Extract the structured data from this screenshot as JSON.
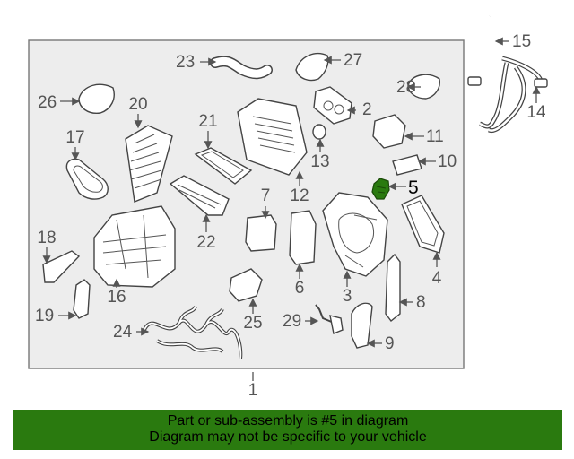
{
  "callouts": {
    "c1": "1",
    "c2": "2",
    "c3": "3",
    "c4": "4",
    "c5": "5",
    "c6": "6",
    "c7": "7",
    "c8": "8",
    "c9": "9",
    "c10": "10",
    "c11": "11",
    "c12": "12",
    "c13": "13",
    "c14": "14",
    "c15": "15",
    "c16": "16",
    "c17": "17",
    "c18": "18",
    "c19": "19",
    "c20": "20",
    "c21": "21",
    "c22": "22",
    "c23": "23",
    "c24": "24",
    "c25": "25",
    "c26": "26",
    "c27": "27",
    "c28": "28",
    "c29": "29"
  },
  "highlight_color": "#2a7a0f",
  "banner": {
    "line1": "Part or sub-assembly is #5 in diagram",
    "line2": "Diagram may not be specific to your vehicle"
  }
}
